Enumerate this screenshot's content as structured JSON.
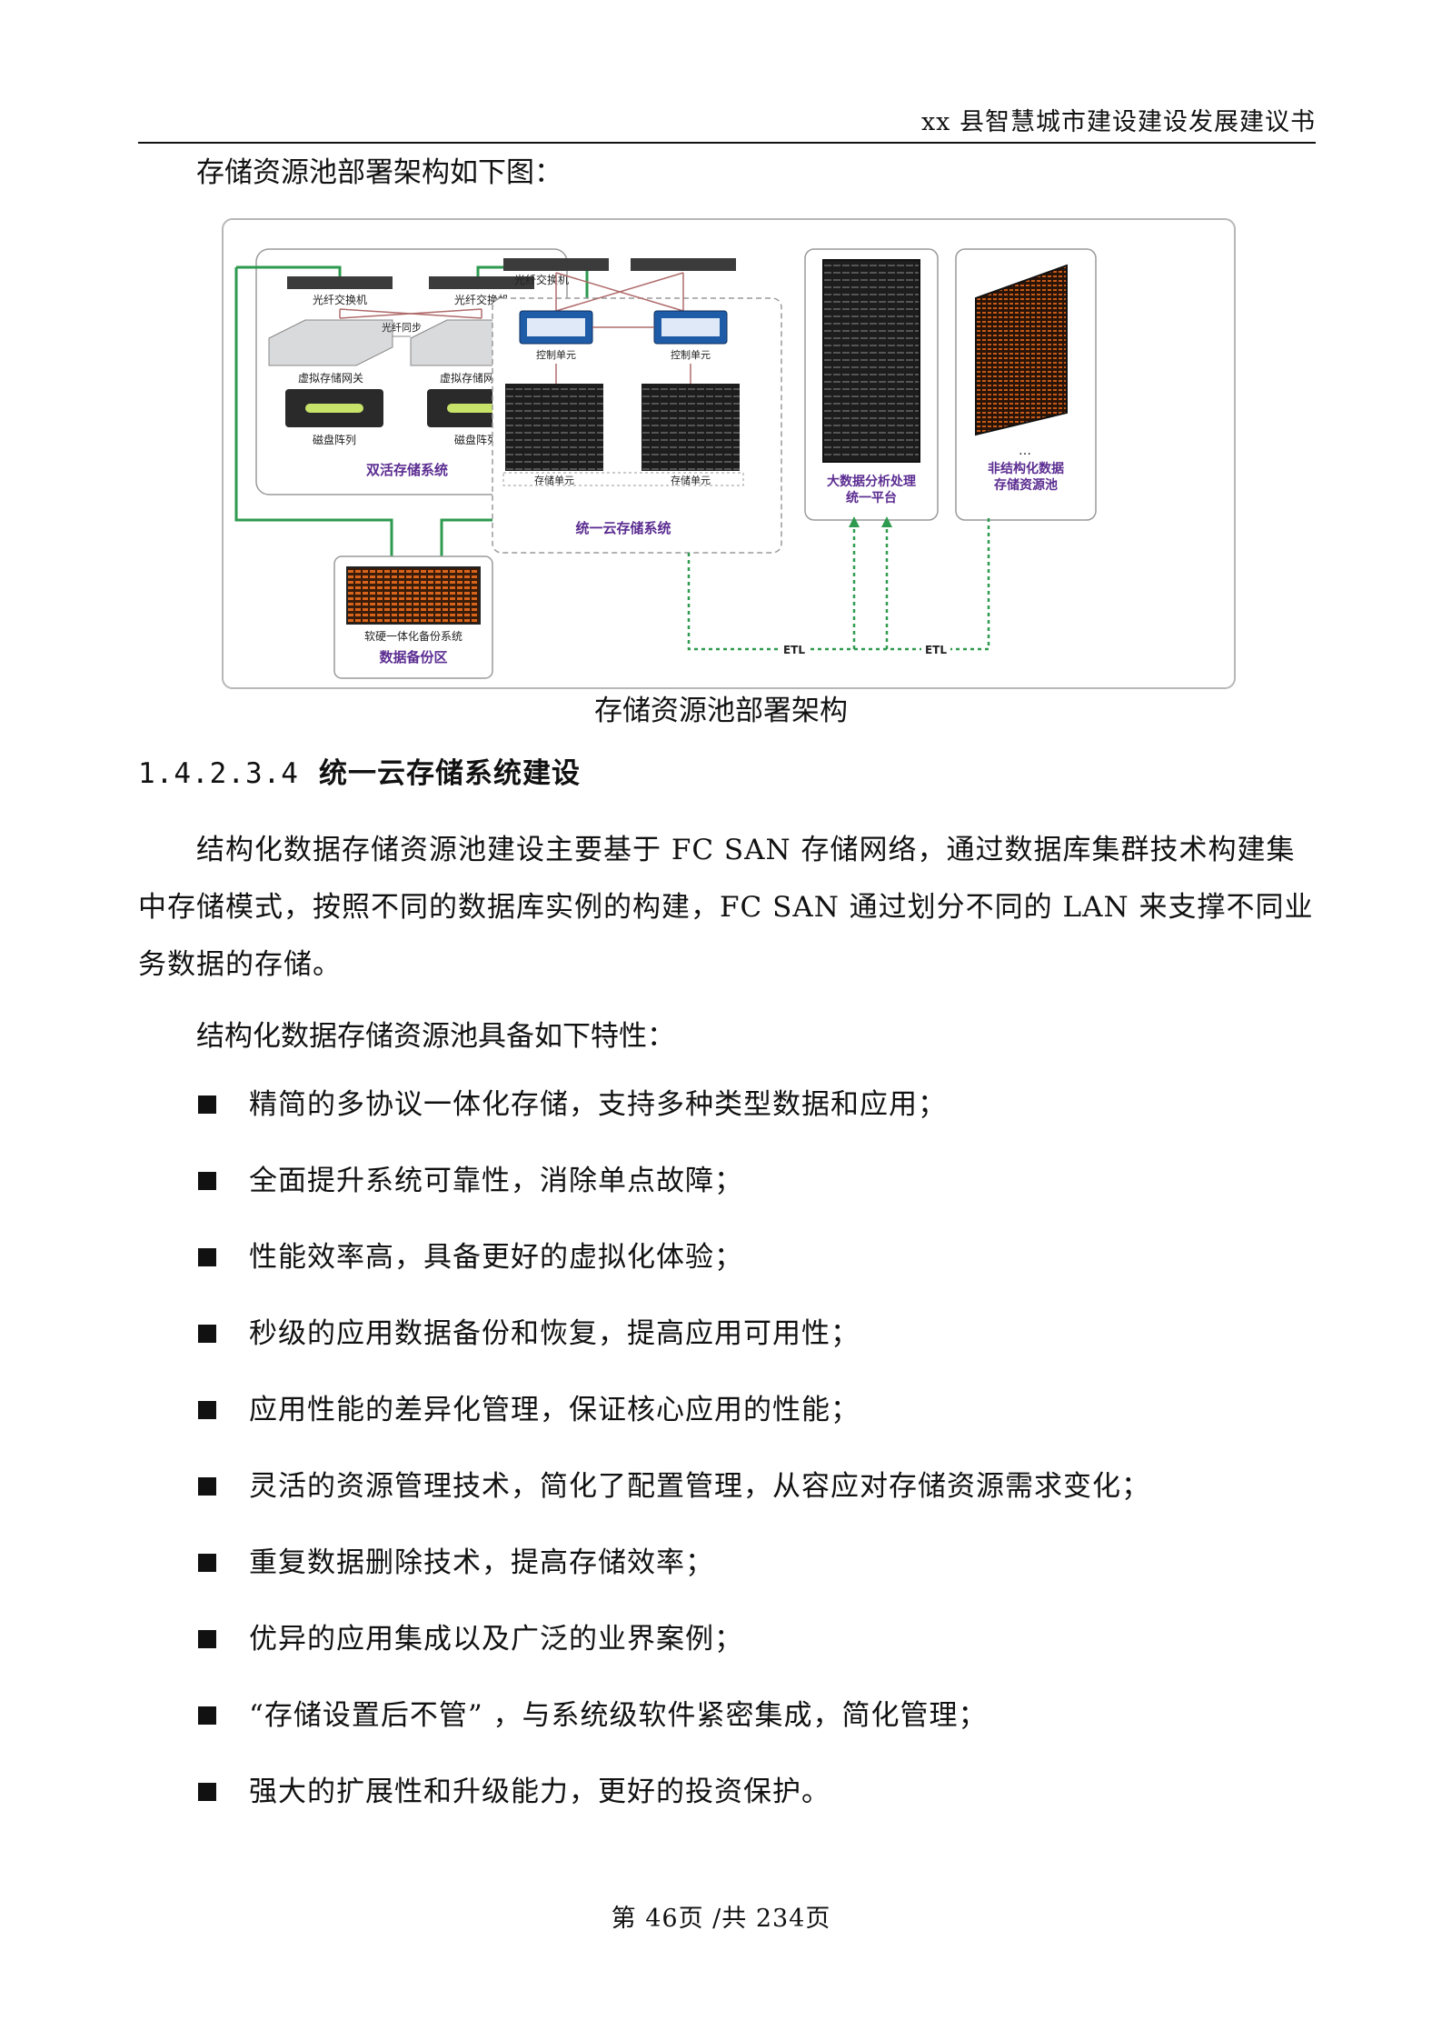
{
  "header": {
    "title": "xx 县智慧城市建设建设发展建议书"
  },
  "intro": "存储资源池部署架构如下图：",
  "figure": {
    "caption": "存储资源池部署架构",
    "labels": {
      "switch_left": "光纤交换机",
      "switch_right": "光纤交换机",
      "sync": "光纤同步",
      "gateway_left": "虚拟存储网关",
      "gateway_right": "虚拟存储网关",
      "disk_left": "磁盘阵列",
      "disk_right": "磁盘阵列",
      "active_active": "双活存储系统",
      "backup_system": "软硬一体化备份系统",
      "backup_zone": "数据备份区",
      "switch_center": "光纤交换机",
      "ctrl_left": "控制单元",
      "ctrl_right": "控制单元",
      "unit_left": "存储单元",
      "unit_right": "存储单元",
      "cloud_storage": "统一云存储系统",
      "bigdata_line1": "大数据分析处理",
      "bigdata_line2": "统一平台",
      "unstructured_line1": "非结构化数据",
      "unstructured_line2": "存储资源池",
      "dots": "…",
      "etl1": "ETL",
      "etl2": "ETL"
    }
  },
  "section": {
    "number": "1.4.2.3.4",
    "title": "统一云存储系统建设"
  },
  "paragraph1": "结构化数据存储资源池建设主要基于 FC SAN 存储网络，通过数据库集群技术构建集中存储模式，按照不同的数据库实例的构建，FC SAN 通过划分不同的 LAN 来支撑不同业务数据的存储。",
  "paragraph2": "结构化数据存储资源池具备如下特性：",
  "bullets": [
    "精简的多协议一体化存储，支持多种类型数据和应用；",
    "全面提升系统可靠性，消除单点故障；",
    "性能效率高，具备更好的虚拟化体验；",
    "秒级的应用数据备份和恢复，提高应用可用性；",
    "应用性能的差异化管理，保证核心应用的性能；",
    "灵活的资源管理技术，简化了配置管理，从容应对存储资源需求变化；",
    "重复数据删除技术，提高存储效率；",
    "优异的应用集成以及广泛的业界案例；",
    "“存储设置后不管” ，与系统级软件紧密集成，简化管理；",
    "强大的扩展性和升级能力，更好的投资保护。"
  ],
  "footer": "第 46页 /共 234页"
}
